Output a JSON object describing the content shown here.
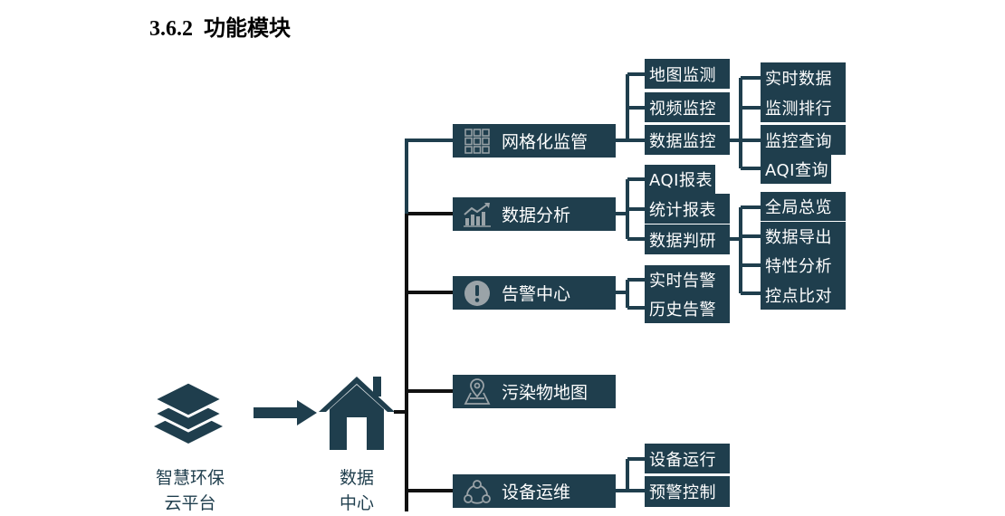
{
  "heading": {
    "number": "3.6.2",
    "title": "功能模块"
  },
  "root": {
    "line1": "智慧环保",
    "line2": "云平台"
  },
  "hub": {
    "line1": "数据",
    "line2": "中心"
  },
  "modules": [
    {
      "label": "网格化监管",
      "icon": "grid-icon"
    },
    {
      "label": "数据分析",
      "icon": "bar-chart-icon"
    },
    {
      "label": "告警中心",
      "icon": "alert-icon"
    },
    {
      "label": "污染物地图",
      "icon": "map-pin-icon"
    },
    {
      "label": "设备运维",
      "icon": "network-icon"
    }
  ],
  "grid_children": [
    "地图监测",
    "视频监控",
    "数据监控"
  ],
  "data_monitor_children": [
    "实时数据",
    "监测排行",
    "监控查询",
    "AQI查询"
  ],
  "analysis_children": [
    "AQI报表",
    "统计报表",
    "数据判研"
  ],
  "judge_children": [
    "全局总览",
    "数据导出",
    "特性分析",
    "控点比对"
  ],
  "alert_children": [
    "实时告警",
    "历史告警"
  ],
  "device_children": [
    "设备运行",
    "预警控制"
  ],
  "colors": {
    "box": "#1f3e4d",
    "line_dark": "#111111",
    "line_box": "#1f3e4d",
    "icon": "#9aa3a8"
  }
}
